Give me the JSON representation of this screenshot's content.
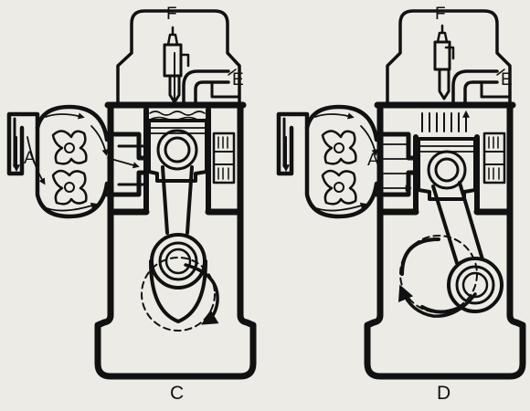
{
  "figure": {
    "colors": {
      "ink": "#111111",
      "paper": "#ecebe6"
    },
    "left_engine": {
      "label": "C",
      "callouts": {
        "inlet": "A",
        "injector": "F",
        "exhaust": "E"
      }
    },
    "right_engine": {
      "label": "D",
      "callouts": {
        "inlet": "A",
        "injector": "F",
        "exhaust": "E"
      }
    }
  }
}
